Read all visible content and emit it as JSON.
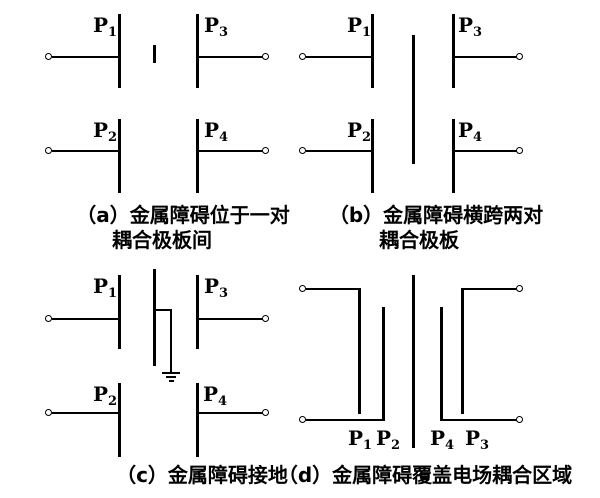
{
  "page": {
    "background_color": "#ffffff",
    "line_color": "#000000",
    "description_labels": {
      "p1": {
        "base": "P",
        "sub": "1"
      },
      "p2": {
        "base": "P",
        "sub": "2"
      },
      "p3": {
        "base": "P",
        "sub": "3"
      },
      "p4": {
        "base": "P",
        "sub": "4"
      }
    }
  },
  "diagrams": {
    "a": {
      "plates": {
        "p1": {
          "base": "P",
          "sub": "1"
        },
        "p2": {
          "base": "P",
          "sub": "2"
        },
        "p3": {
          "base": "P",
          "sub": "3"
        },
        "p4": {
          "base": "P",
          "sub": "4"
        }
      },
      "caption_line1": "（a）金属障碍位于一对",
      "caption_line2": "耦合极板间"
    },
    "b": {
      "plates": {
        "p1": {
          "base": "P",
          "sub": "1"
        },
        "p2": {
          "base": "P",
          "sub": "2"
        },
        "p3": {
          "base": "P",
          "sub": "3"
        },
        "p4": {
          "base": "P",
          "sub": "4"
        }
      },
      "caption_line1": "（b）金属障碍横跨两对",
      "caption_line2": "耦合极板"
    },
    "c": {
      "plates": {
        "p1": {
          "base": "P",
          "sub": "1"
        },
        "p2": {
          "base": "P",
          "sub": "2"
        },
        "p3": {
          "base": "P",
          "sub": "3"
        },
        "p4": {
          "base": "P",
          "sub": "4"
        }
      },
      "caption": "（c）金属障碍接地"
    },
    "d": {
      "plates": {
        "p1": {
          "base": "P",
          "sub": "1"
        },
        "p2": {
          "base": "P",
          "sub": "2"
        },
        "p4": {
          "base": "P",
          "sub": "4"
        },
        "p3": {
          "base": "P",
          "sub": "3"
        }
      },
      "caption": "（d）金属障碍覆盖电场耦合区域"
    }
  }
}
